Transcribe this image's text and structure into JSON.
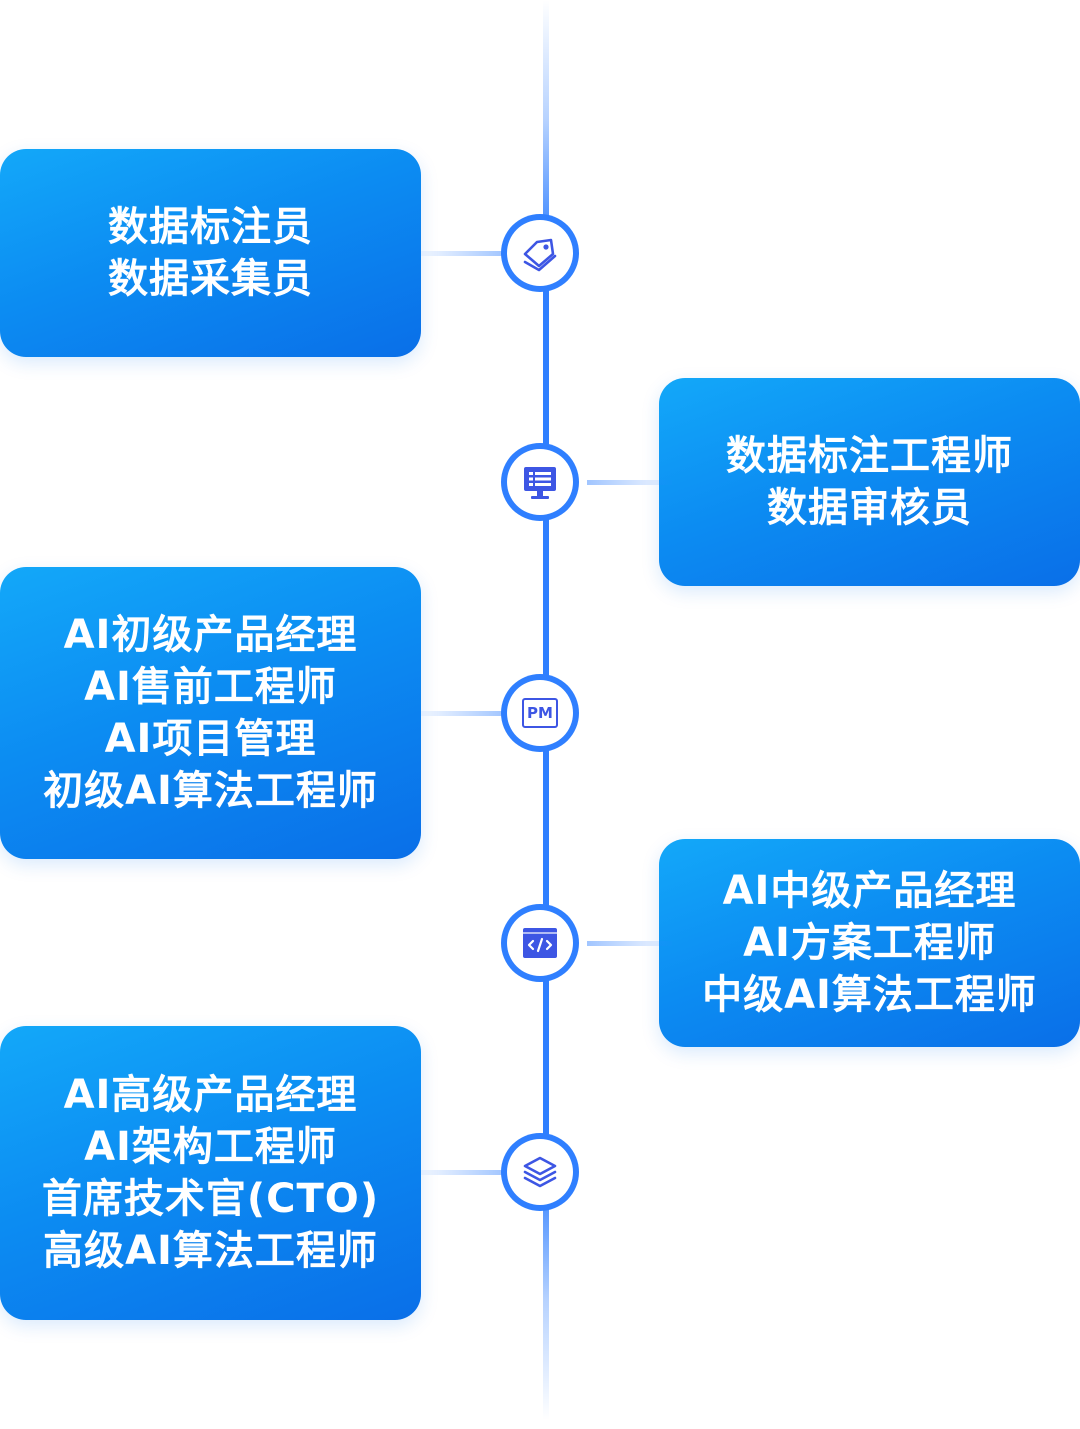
{
  "nodes": [
    {
      "side": "left",
      "icon": "tag-icon",
      "lines": [
        "数据标注员",
        "数据采集员"
      ]
    },
    {
      "side": "right",
      "icon": "monitor-list-icon",
      "lines": [
        "数据标注工程师",
        "数据审核员"
      ]
    },
    {
      "side": "left",
      "icon": "pm-icon",
      "icon_text": "PM",
      "lines": [
        "AI初级产品经理",
        "AI售前工程师",
        "AI项目管理",
        "初级AI算法工程师"
      ]
    },
    {
      "side": "right",
      "icon": "code-window-icon",
      "lines": [
        "AI中级产品经理",
        "AI方案工程师",
        "中级AI算法工程师"
      ]
    },
    {
      "side": "left",
      "icon": "layers-icon",
      "lines": [
        "AI高级产品经理",
        "AI架构工程师",
        "首席技术官(CTO)",
        "高级AI算法工程师"
      ]
    }
  ],
  "colors": {
    "card_gradient_top": "#13a8f9",
    "card_gradient_bottom": "#0a6fe8",
    "axis": "#2f7fff",
    "icon": "#3d56e4",
    "text": "#ffffff"
  }
}
